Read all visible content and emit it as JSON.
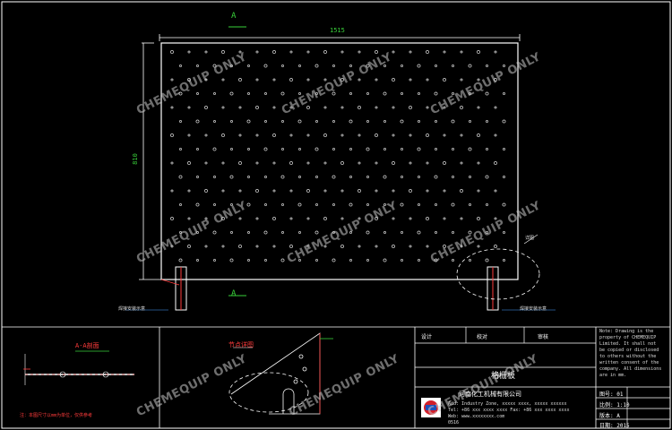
{
  "drawing": {
    "section_mark_top": "A",
    "section_mark_bottom": "A",
    "width_dimension": "1515",
    "height_dimension": "810",
    "detail_label": "详图",
    "left_callout": "焊接安装示意",
    "right_callout": "焊接安装示意",
    "section_view_title": "A-A剖面",
    "section_view_note": "注：本图尺寸以mm为单位，仅供参考",
    "detail_view_title": "节点详图"
  },
  "title_block": {
    "header_cells": [
      "设计",
      "校对",
      "审核"
    ],
    "drawing_name": "格栅板",
    "company_name": "河南化工机械有限公司",
    "address_lines": [
      "Add: Industry Zone, xxxxx xxxx, xxxxx  xxxxxx",
      "Tel: +86 xxx xxxx xxxx   Fax: +86 xxx xxxx xxxx",
      "Web: www.xxxxxxxx.com",
      "0516"
    ],
    "notes_lines": [
      "Note: Drawing is the",
      "property of CHEMEQUIP",
      "Limited. It shall not",
      "be copied or disclosed",
      "to others without the",
      "written consent of the",
      "company. All dimensions",
      "are in mm."
    ],
    "side_cells": [
      "图号: 01",
      "比例: 1:10",
      "版本: A",
      "日期: 2015"
    ]
  },
  "watermark": {
    "text": "CHEMEQUIP ONLY"
  },
  "colors": {
    "background": "#000000",
    "line": "#ffffff",
    "dimension": "#39d13a",
    "leader": "#ff3b3b",
    "callout": "#4aa0ff"
  }
}
